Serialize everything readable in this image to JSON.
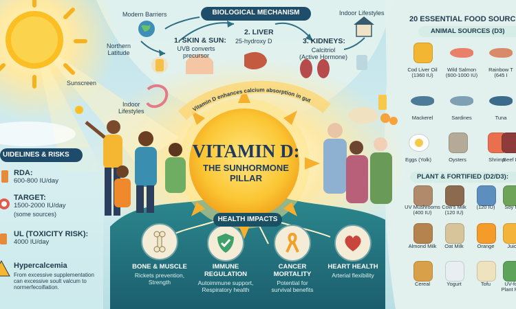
{
  "mechanism": {
    "banner": "BIOLOGICAL MECHANISM",
    "modern_barriers": "Modern Barriers",
    "northern_latitude": "Northern\nLatitude",
    "indoor_top": "Indoor Lifestyles",
    "sunscreen": "Sunscreen",
    "indoor_left": "Indoor\nLifestyles",
    "step1_title": "1. SKIN & SUN:",
    "step1_sub": "UVB converts\nprecursor",
    "step2_title": "2. LIVER",
    "step2_sub": "25-hydroxy D",
    "step3_title": "3. KIDNEYS:",
    "step3_sub": "Calcitriol\n(Active Hormone)",
    "arc_text": "Vitamin D enhances calcium absorption in gut"
  },
  "center": {
    "title": "VITAMIN D:",
    "subtitle": "THE SUNHORMONE\nPILLAR"
  },
  "guidelines": {
    "banner": "UIDELINES & RISKS",
    "rda_label": "RDA:",
    "rda_value": "600-800 IU/day",
    "target_label": "TARGET:",
    "target_value": "1500-2000 IU/day",
    "target_note": "(some sources)",
    "ul_label": "UL (TOXICITY RISK):",
    "ul_value": "4000 IU/day",
    "hyper_title": "Hypercalcemia",
    "hyper_text": "From excessive supplementation\ncan excessive soult valcum to\nnormerfecoifiation."
  },
  "health": {
    "banner": "HEALTH IMPACTS",
    "items": [
      {
        "title": "BONE & MUSCLE",
        "sub": "Rickets prevention,\nStrength"
      },
      {
        "title": "IMMUNE\nREGULATION",
        "sub": "Autoimmune support,\nRespiratory health"
      },
      {
        "title": "CANCER\nMORTALITY",
        "sub": "Potential for\nsurvival benefits"
      },
      {
        "title": "HEART HEALTH",
        "sub": "Arterial flexibility"
      }
    ]
  },
  "foods": {
    "title": "20 ESSENTIAL FOOD SOURC",
    "animal_header": "ANIMAL SOURCES (D3)",
    "animal": [
      {
        "label": "Cod Liver Oil\n(1360 IU)",
        "icon": "capsules-icon"
      },
      {
        "label": "Wild Salmon\n(600-1000 IU)",
        "icon": "salmon-icon"
      },
      {
        "label": "Rainbow T\n(645 I",
        "icon": "trout-icon"
      },
      {
        "label": "Mackerel",
        "icon": "mackerel-icon"
      },
      {
        "label": "Sardines",
        "icon": "sardine-icon"
      },
      {
        "label": "Tuna",
        "icon": "tuna-icon"
      },
      {
        "label": "Eggs (Yolk)",
        "icon": "egg-icon"
      },
      {
        "label": "Oysters",
        "icon": "oyster-icon"
      },
      {
        "label": "Shrimp",
        "icon": "shrimp-icon"
      },
      {
        "label": "Beef L",
        "icon": "beef-liver-icon"
      }
    ],
    "plant_header": "PLANT & FORTIFIED (D2/D3):",
    "plant": [
      {
        "label": "UV Mushrooms\n(400 IU)",
        "icon": "mushroom-icon"
      },
      {
        "label": "Cow's Milk\n(120 IU)",
        "icon": "cow-icon"
      },
      {
        "label": "(120 IU)",
        "icon": "milk-carton-icon"
      },
      {
        "label": "Soy M",
        "icon": "soy-icon"
      },
      {
        "label": "Almond Milk",
        "icon": "almond-icon"
      },
      {
        "label": "Oat Milk",
        "icon": "oat-milk-icon"
      },
      {
        "label": "Orange",
        "icon": "orange-juice-icon"
      },
      {
        "label": "Juic",
        "icon": "juice-icon"
      },
      {
        "label": "Cereal",
        "icon": "cereal-icon"
      },
      {
        "label": "Yogurt",
        "icon": "yogurt-icon"
      },
      {
        "label": "Tofu",
        "icon": "tofu-icon"
      },
      {
        "label": "UV-for\nPlant Pro",
        "icon": "plant-icon"
      }
    ]
  },
  "colors": {
    "navy": "#1e3a5f",
    "teal": "#1f6f78",
    "sun": "#f7b928",
    "cream": "#fbf4dc",
    "red": "#c8463b"
  }
}
